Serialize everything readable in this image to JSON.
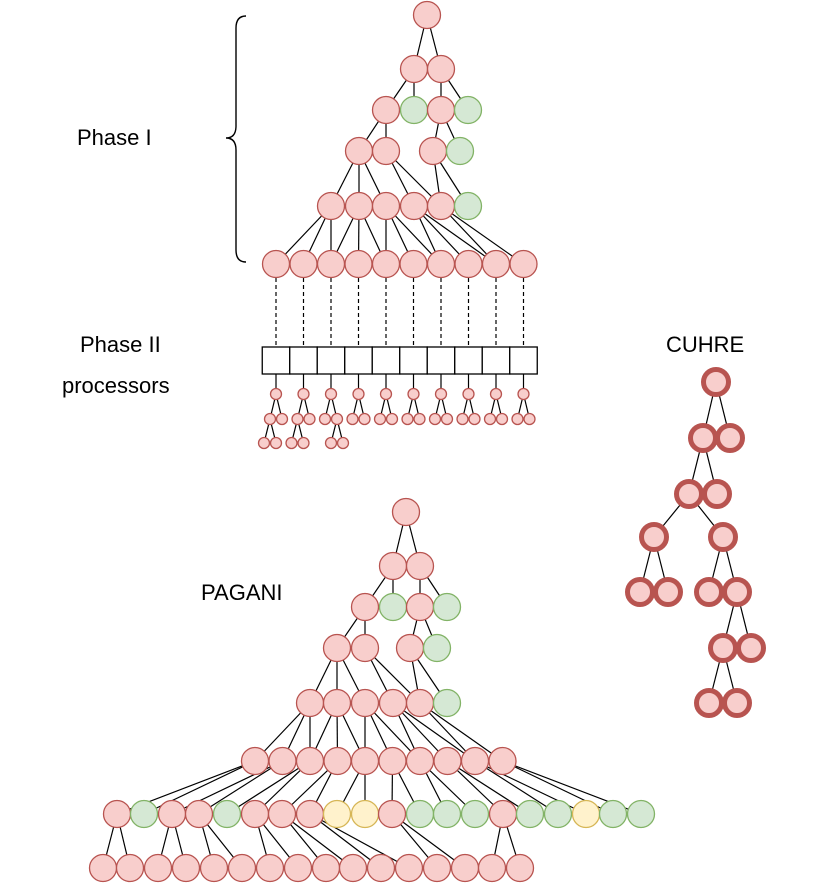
{
  "labels": {
    "phase1": "Phase I",
    "phase2": "Phase II",
    "processors": "processors",
    "cuhre": "CUHRE",
    "pagani": "PAGANI"
  },
  "colors": {
    "active_fill": "#f8cecc",
    "active_stroke": "#b85450",
    "finished_fill": "#d5e8d4",
    "finished_stroke": "#82b366",
    "pending_fill": "#fff2cc",
    "pending_stroke": "#d6b656",
    "cuhre_fill": "#f8cecc",
    "cuhre_stroke": "#b85450"
  }
}
